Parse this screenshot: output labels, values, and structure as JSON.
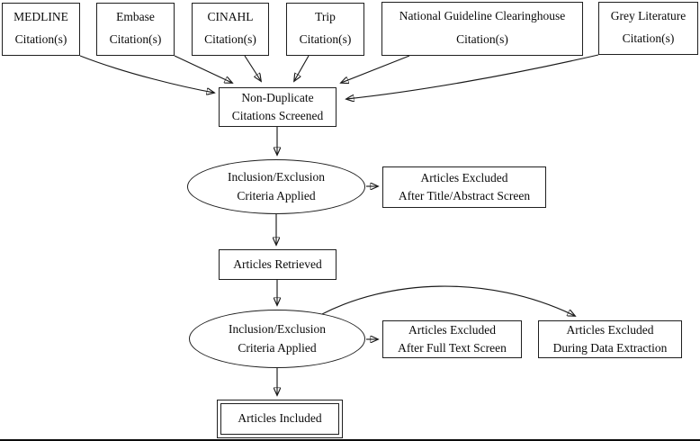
{
  "diagram": {
    "type": "flowchart",
    "colors": {
      "background": "#ffffff",
      "line": "#1a1a1a",
      "text": "#0a0a0a"
    },
    "sources": [
      {
        "line1": "MEDLINE",
        "line2": "Citation(s)"
      },
      {
        "line1": "Embase",
        "line2": "Citation(s)"
      },
      {
        "line1": "CINAHL",
        "line2": "Citation(s)"
      },
      {
        "line1": "Trip",
        "line2": "Citation(s)"
      },
      {
        "line1": "National Guideline Clearinghouse",
        "line2": "Citation(s)"
      },
      {
        "line1": "Grey Literature",
        "line2": "Citation(s)"
      }
    ],
    "screened": {
      "line1": "Non-Duplicate",
      "line2": "Citations Screened"
    },
    "criteria_1": {
      "line1": "Inclusion/Exclusion",
      "line2": "Criteria Applied"
    },
    "excluded_title_abstract": {
      "line1": "Articles Excluded",
      "line2": "After Title/Abstract Screen"
    },
    "retrieved": {
      "label": "Articles Retrieved"
    },
    "criteria_2": {
      "line1": "Inclusion/Exclusion",
      "line2": "Criteria Applied"
    },
    "excluded_full_text": {
      "line1": "Articles Excluded",
      "line2": "After Full Text Screen"
    },
    "excluded_data_extraction": {
      "line1": "Articles Excluded",
      "line2": "During Data Extraction"
    },
    "included": {
      "label": "Articles Included"
    },
    "edges": [
      {
        "from": "MEDLINE Citation(s)",
        "to": "Non-Duplicate Citations Screened"
      },
      {
        "from": "Embase Citation(s)",
        "to": "Non-Duplicate Citations Screened"
      },
      {
        "from": "CINAHL Citation(s)",
        "to": "Non-Duplicate Citations Screened"
      },
      {
        "from": "Trip Citation(s)",
        "to": "Non-Duplicate Citations Screened"
      },
      {
        "from": "National Guideline Clearinghouse Citation(s)",
        "to": "Non-Duplicate Citations Screened"
      },
      {
        "from": "Grey Literature Citation(s)",
        "to": "Non-Duplicate Citations Screened"
      },
      {
        "from": "Non-Duplicate Citations Screened",
        "to": "Inclusion/Exclusion Criteria Applied (first)"
      },
      {
        "from": "Inclusion/Exclusion Criteria Applied (first)",
        "to": "Articles Excluded After Title/Abstract Screen"
      },
      {
        "from": "Inclusion/Exclusion Criteria Applied (first)",
        "to": "Articles Retrieved"
      },
      {
        "from": "Articles Retrieved",
        "to": "Inclusion/Exclusion Criteria Applied (second)"
      },
      {
        "from": "Inclusion/Exclusion Criteria Applied (second)",
        "to": "Articles Excluded After Full Text Screen"
      },
      {
        "from": "Inclusion/Exclusion Criteria Applied (second)",
        "to": "Articles Excluded During Data Extraction"
      },
      {
        "from": "Inclusion/Exclusion Criteria Applied (second)",
        "to": "Articles Included"
      }
    ]
  }
}
